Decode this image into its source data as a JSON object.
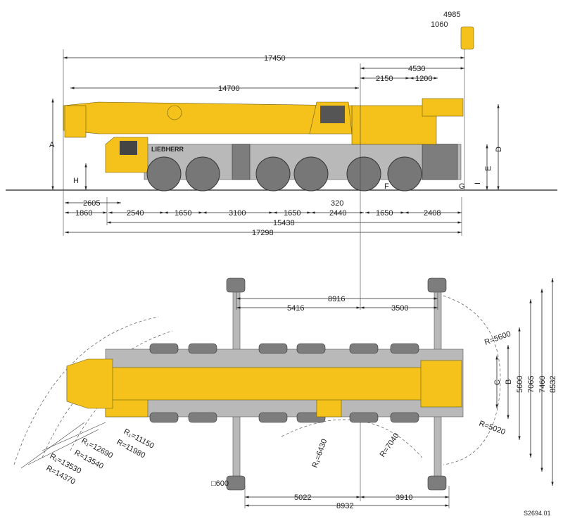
{
  "colors": {
    "crane_yellow": "#f5c21b",
    "body_grey": "#b9b9b9",
    "tyre_grey": "#777777"
  },
  "side_view": {
    "brand": "LIEBHERR",
    "dims_top": {
      "overall_length_boom": "17450",
      "rear_overhang": "4530",
      "boom_length": "14700",
      "d_2150": "2150",
      "d_1200": "1200",
      "cab_4985": "4985",
      "cab_1060": "1060"
    },
    "dims_bottom": {
      "d_2605": "2605",
      "d_1860": "1860",
      "d_2540": "2540",
      "d_1650a": "1650",
      "d_3100": "3100",
      "d_1650b": "1650",
      "d_2440": "2440",
      "d_320": "320",
      "d_1650c": "1650",
      "d_2408": "2408",
      "d_15438": "15438",
      "d_17298": "17298"
    },
    "letters": {
      "A": "A",
      "H": "H",
      "D": "D",
      "E": "E",
      "I": "I",
      "G": "G",
      "F": "F"
    }
  },
  "top_view": {
    "dims_top": {
      "d_8916": "8916",
      "d_5416": "5416",
      "d_3500": "3500"
    },
    "dims_bottom": {
      "d_5022": "5022",
      "d_3910": "3910",
      "d_8932": "8932"
    },
    "dims_right": {
      "C": "C",
      "B": "B",
      "d_5600": "5600",
      "d_7065": "7065",
      "d_7460": "7460",
      "d_8532": "8532"
    },
    "radii": {
      "r_5600": "R=5600",
      "r_5020": "R=5020",
      "r1_6430": "R₁=6430",
      "r_7040": "R=7040",
      "r1_11150": "R₁=11150",
      "r_11980": "R=11980",
      "r1_12690": "R₁=12690",
      "r_13540": "R=13540",
      "r1_13530": "R₁=13530",
      "r_14370": "R=14370"
    },
    "pad": "□600"
  },
  "drawing_number": "S2694.01"
}
